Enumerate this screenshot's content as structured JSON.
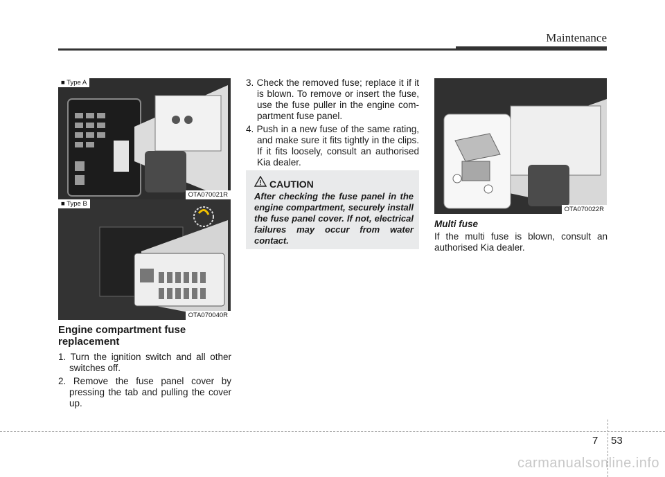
{
  "header": {
    "title": "Maintenance"
  },
  "figures": {
    "type_a": {
      "label": "■ Type A",
      "code": "OTA070021R"
    },
    "type_b": {
      "label": "■ Type B",
      "code": "OTA070040R"
    },
    "multi": {
      "code": "OTA070022R"
    }
  },
  "left": {
    "heading": "Engine compartment fuse replacement",
    "steps": [
      "1. Turn the ignition switch and all other switches off.",
      "2. Remove the fuse panel cover by pressing the tab and pulling the cover up."
    ]
  },
  "middle": {
    "steps": [
      "3. Check the removed fuse; replace it if it is blown. To remove or insert the fuse, use the fuse puller in the engine com-partment fuse panel.",
      "4. Push in a new fuse of the same rating, and make sure it fits tightly in the clips. If it fits loosely, consult an authorised Kia dealer."
    ],
    "caution": {
      "title": "CAUTION",
      "body": "After checking the fuse panel in the engine compartment, securely install the fuse panel cover. If not, electrical failures may occur from water contact."
    }
  },
  "right": {
    "heading": "Multi fuse",
    "text": "If the multi fuse is blown, consult an authorised Kia dealer."
  },
  "footer": {
    "chapter": "7",
    "page": "53",
    "watermark": "carmanualsonline.info"
  }
}
